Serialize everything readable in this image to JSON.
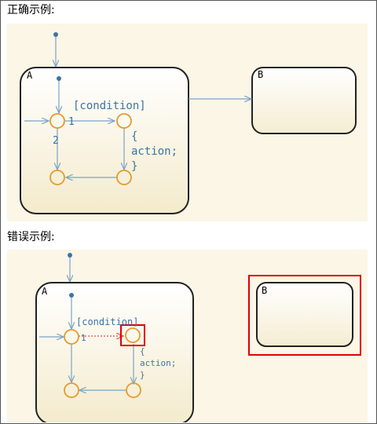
{
  "correct": {
    "heading": "正确示例:",
    "state_a_label": "A",
    "state_b_label": "B",
    "condition": "[condition]",
    "order_1": "1",
    "order_2": "2",
    "action_open": "{",
    "action": "action;",
    "action_close": "}"
  },
  "incorrect": {
    "heading": "错误示例:",
    "state_a_label": "A",
    "state_b_label": "B",
    "condition": "[condition]",
    "order_1": "1",
    "action_open": "{",
    "action": "action;",
    "action_close": "}"
  },
  "colors": {
    "background": "#fbf6e6",
    "state_fill": "#f8f1da",
    "junction": "#e69a2e",
    "transition": "#7aa4c8",
    "label": "#3b74a8",
    "highlight": "#e00000"
  }
}
